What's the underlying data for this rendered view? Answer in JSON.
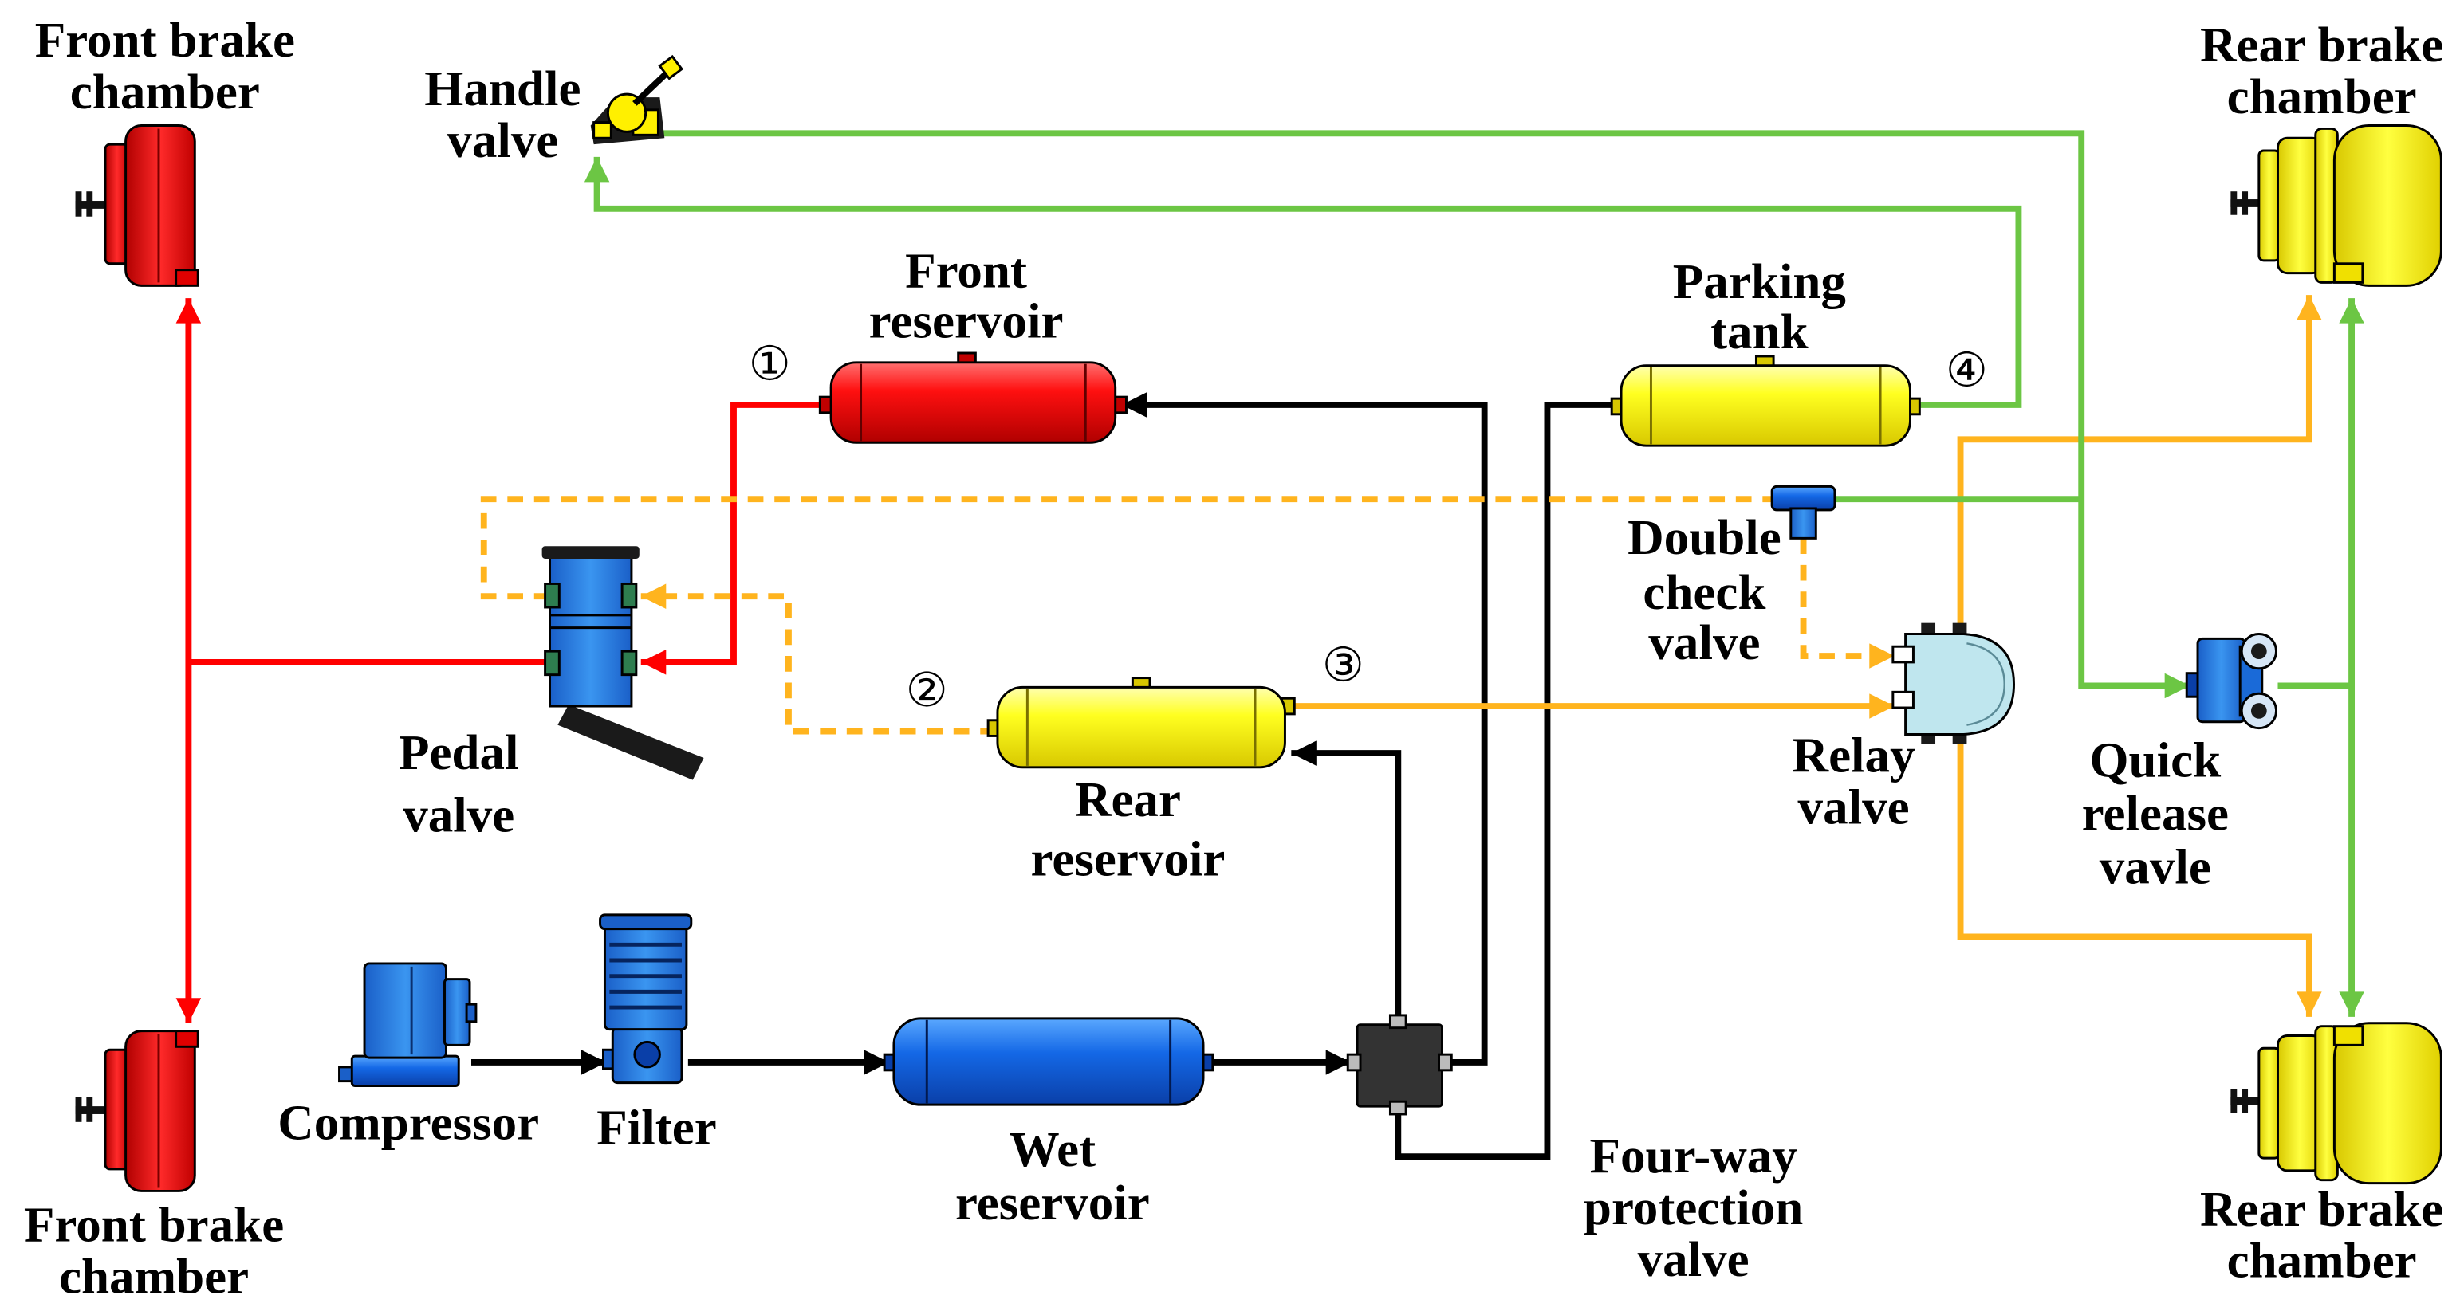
{
  "diagram": {
    "front_brake_chamber_top": {
      "line1": "Front brake",
      "line2": "chamber"
    },
    "front_brake_chamber_bottom": {
      "line1": "Front brake",
      "line2": "chamber"
    },
    "rear_brake_chamber_top": {
      "line1": "Rear brake",
      "line2": "chamber"
    },
    "rear_brake_chamber_bottom": {
      "line1": "Rear brake",
      "line2": "chamber"
    },
    "handle_valve": {
      "line1": "Handle",
      "line2": "valve"
    },
    "front_reservoir": {
      "line1": "Front",
      "line2": "reservoir"
    },
    "parking_tank": {
      "line1": "Parking",
      "line2": "tank"
    },
    "double_check_valve": {
      "line1": "Double",
      "line2": "check",
      "line3": "valve"
    },
    "pedal_valve": {
      "line1": "Pedal",
      "line2": "valve"
    },
    "rear_reservoir": {
      "line1": "Rear",
      "line2": "reservoir"
    },
    "relay_valve": {
      "line1": "Relay",
      "line2": "valve"
    },
    "quick_release_valve": {
      "line1": "Quick",
      "line2": "release",
      "line3": "vavle"
    },
    "compressor": {
      "label": "Compressor"
    },
    "filter": {
      "label": "Filter"
    },
    "wet_reservoir": {
      "line1": "Wet",
      "line2": "reservoir"
    },
    "four_way_protection_valve": {
      "line1": "Four-way",
      "line2": "protection",
      "line3": "valve"
    }
  },
  "markers": {
    "m1": "①",
    "m2": "②",
    "m3": "③",
    "m4": "④"
  },
  "colors": {
    "front_circuit": "#FF0000",
    "rear_circuit": "#FFB41E",
    "parking_circuit": "#6CC644",
    "supply": "#000000",
    "component_blue": "#1E78E0",
    "component_yellow": "#FFFF00"
  }
}
